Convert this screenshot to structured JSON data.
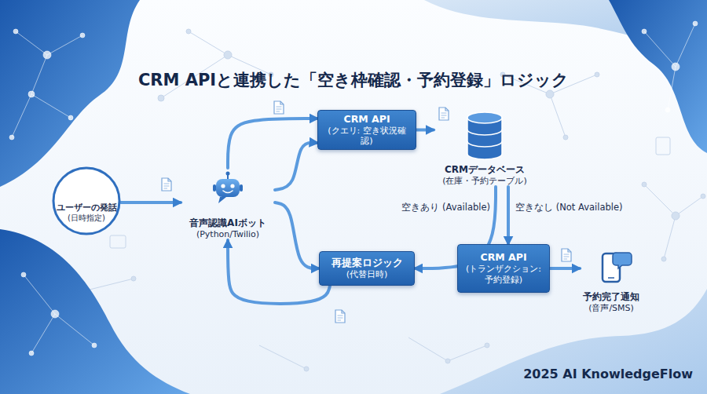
{
  "diagram": {
    "title": "CRM APIと連携した「空き枠確認・予約登録」ロジック",
    "nodes": [
      {
        "text": [
          "ユーザーの発話",
          "(日時指定)"
        ]
      },
      {
        "text": [
          "音声認識AIボット",
          "(Python/Twilio)"
        ]
      },
      {
        "text": [
          "CRM API",
          "(クエリ: 空き状況確認)"
        ]
      },
      {
        "text": [
          "CRMデータベース",
          "(在庫・予約テーブル)"
        ]
      },
      {
        "text": [
          "再提案ロジック",
          "(代替日時)"
        ]
      },
      {
        "text": [
          "CRM API",
          "(トランザクション: 予約登録)"
        ]
      },
      {
        "text": [
          "予約完了通知",
          "(音声/SMS)"
        ]
      }
    ],
    "edges": [
      {
        "from": 0,
        "to": 1,
        "arrow": "to"
      },
      {
        "from": 1,
        "to": 2,
        "arrow": "to"
      },
      {
        "from": 1,
        "to": 2,
        "arrow": "to"
      },
      {
        "from": 1,
        "to": 4,
        "arrow": "to"
      },
      {
        "from": 4,
        "to": 1,
        "arrow": "to"
      },
      {
        "from": 2,
        "to": 3,
        "arrow": "to"
      },
      {
        "from": 3,
        "to": 4,
        "label": "空きあり (Available)",
        "arrow": "to"
      },
      {
        "from": 3,
        "to": 5,
        "label": "空きなし (Not Available)",
        "arrow": "to"
      },
      {
        "from": 5,
        "to": 6,
        "arrow": "to"
      }
    ],
    "labels": [
      "2025 AI KnowledgeFlow"
    ]
  }
}
